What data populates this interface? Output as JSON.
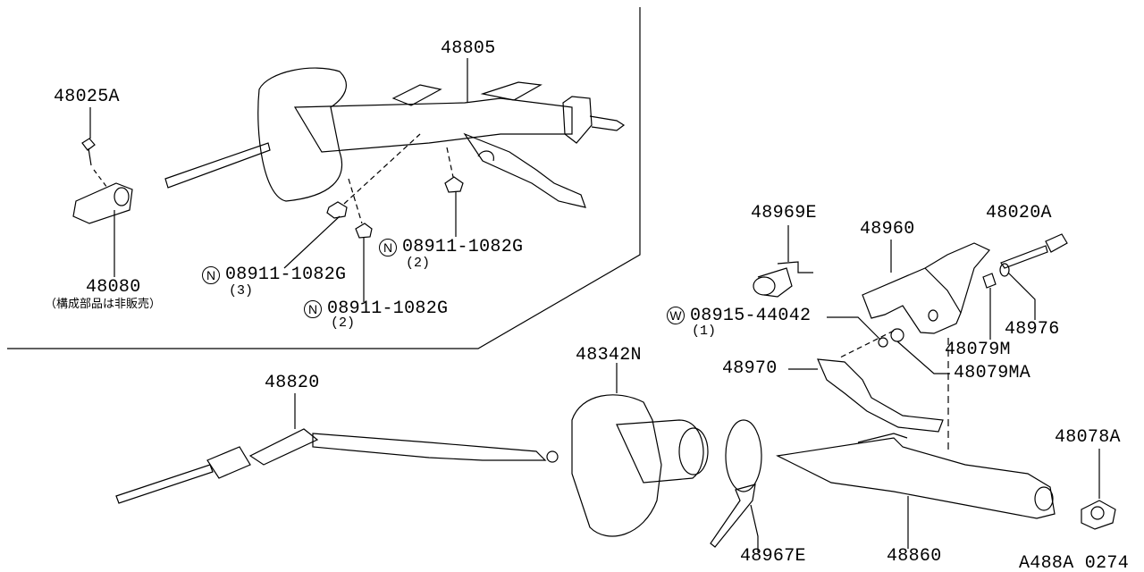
{
  "diagram_id": "A488A 0274",
  "parts": {
    "p48805": "48805",
    "p48025A": "48025A",
    "p48080": "48080",
    "p48080_note": "（構成部品は非販売）",
    "nut_a": {
      "prefix": "N",
      "number": "08911-1082G",
      "qty": "(3)"
    },
    "nut_b": {
      "prefix": "N",
      "number": "08911-1082G",
      "qty": "(2)"
    },
    "nut_c": {
      "prefix": "N",
      "number": "08911-1082G",
      "qty": "(2)"
    },
    "p48969E": "48969E",
    "p48960": "48960",
    "p48020A": "48020A",
    "washer": {
      "prefix": "W",
      "number": "08915-44042",
      "qty": "(1)"
    },
    "p48976": "48976",
    "p48079M": "48079M",
    "p48970": "48970",
    "p48079MA": "48079MA",
    "p48342N": "48342N",
    "p48820": "48820",
    "p48078A": "48078A",
    "p48967E": "48967E",
    "p48860": "48860"
  }
}
